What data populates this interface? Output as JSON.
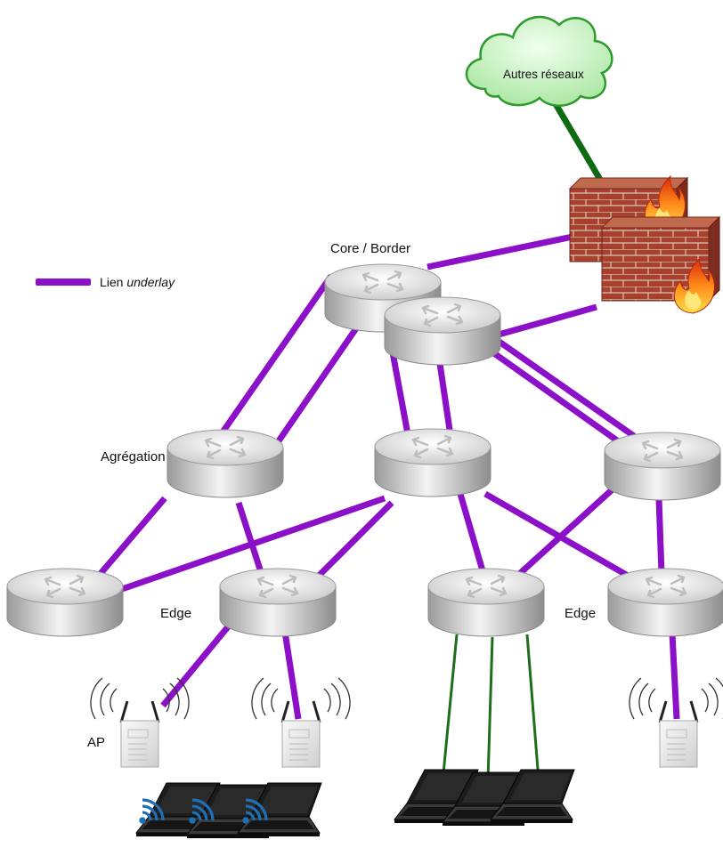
{
  "colors": {
    "underlay": "#8b10c8",
    "external_link": "#0c6a12",
    "wired_link": "#1e6e1e",
    "cloud_fill": "#c9f1c4",
    "cloud_stroke": "#2c9a2c",
    "firewall_brick": "#a33a2a",
    "wifi_icon": "#1f6fb5"
  },
  "labels": {
    "cloud": "Autres réseaux",
    "core": "Core / Border",
    "aggregation": "Agrégation",
    "edge_left": "Edge",
    "edge_right": "Edge",
    "ap": "AP"
  },
  "legend": {
    "prefix": "Lien ",
    "emphasis": "underlay"
  },
  "icons": [
    "cloud-icon",
    "firewall-icon",
    "router-icon",
    "access-point-icon",
    "laptop-icon",
    "wifi-signal-icon"
  ]
}
